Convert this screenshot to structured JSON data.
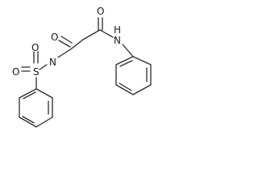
{
  "molecule": {
    "atom_labels": {
      "o_amide_right": "O",
      "o_amide_left": "O",
      "nh_anilide": "N",
      "h_anilide": "H",
      "n_sulfonyl": "N",
      "s_sulfonyl": "S",
      "o_sulfonyl_top": "O",
      "o_sulfonyl_left": "O"
    }
  }
}
